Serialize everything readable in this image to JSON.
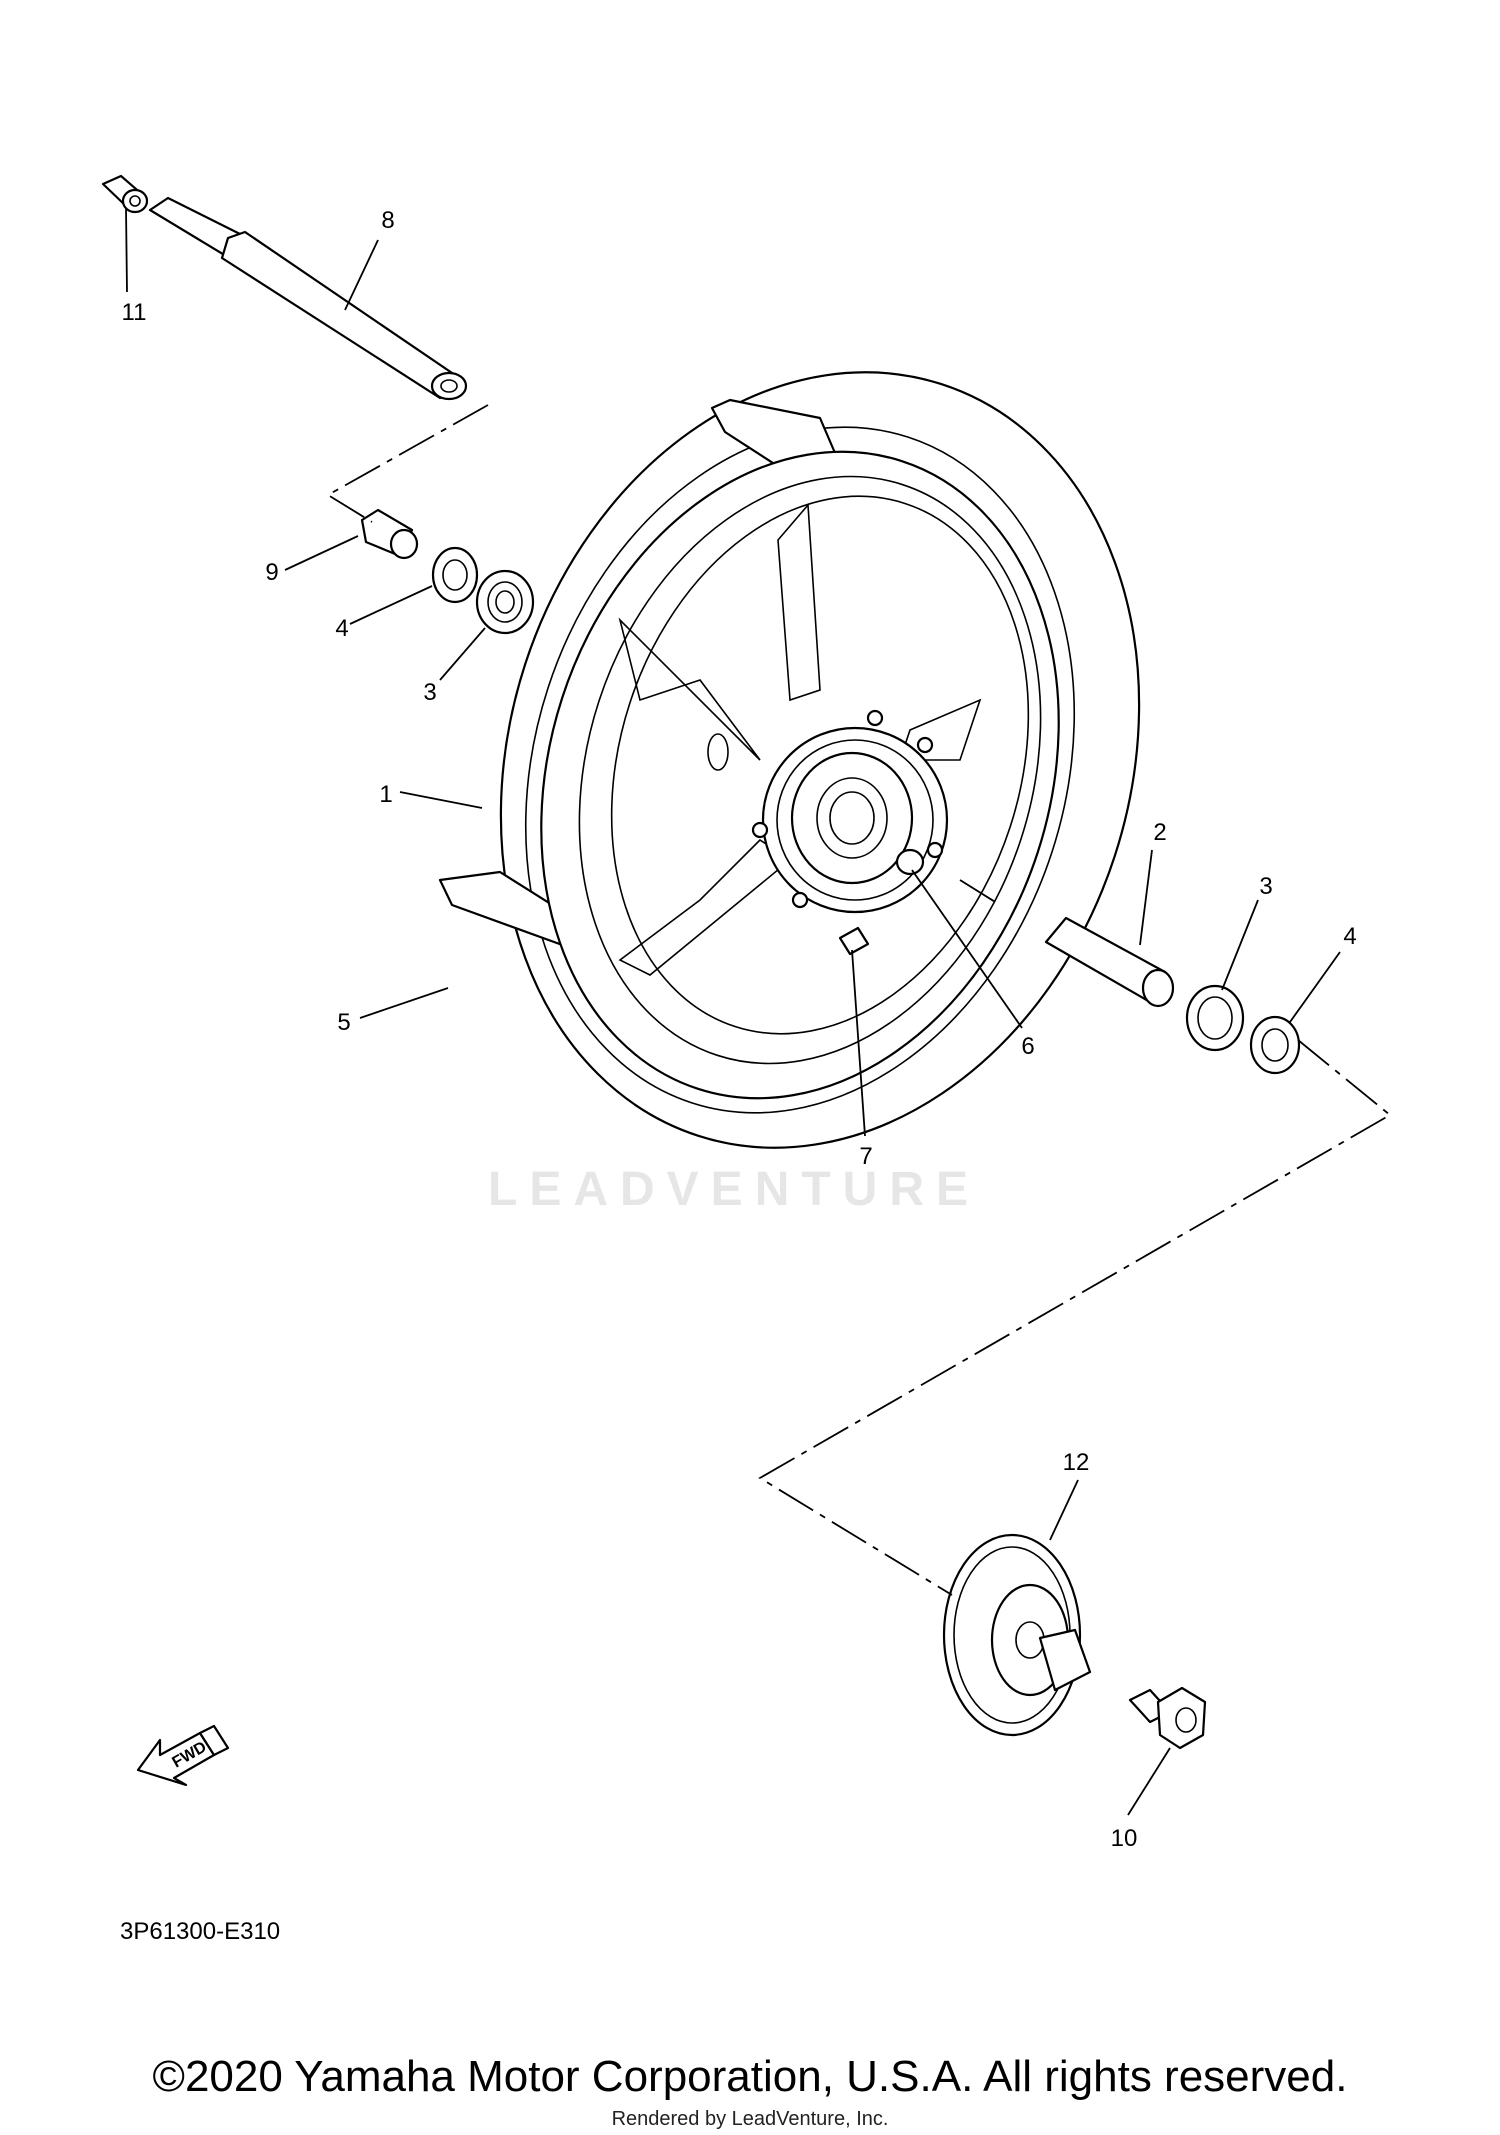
{
  "callouts": {
    "c1": "1",
    "c2": "2",
    "c3a": "3",
    "c3b": "3",
    "c4a": "4",
    "c4b": "4",
    "c5": "5",
    "c6": "6",
    "c7": "7",
    "c8": "8",
    "c9": "9",
    "c10": "10",
    "c11": "11",
    "c12": "12"
  },
  "fwd_label": "FWD",
  "diagram_code": "3P61300-E310",
  "watermark": "LEADVENTURE",
  "copyright": "©2020 Yamaha Motor Corporation, U.S.A. All rights reserved.",
  "rendered_by": "Rendered by LeadVenture, Inc."
}
